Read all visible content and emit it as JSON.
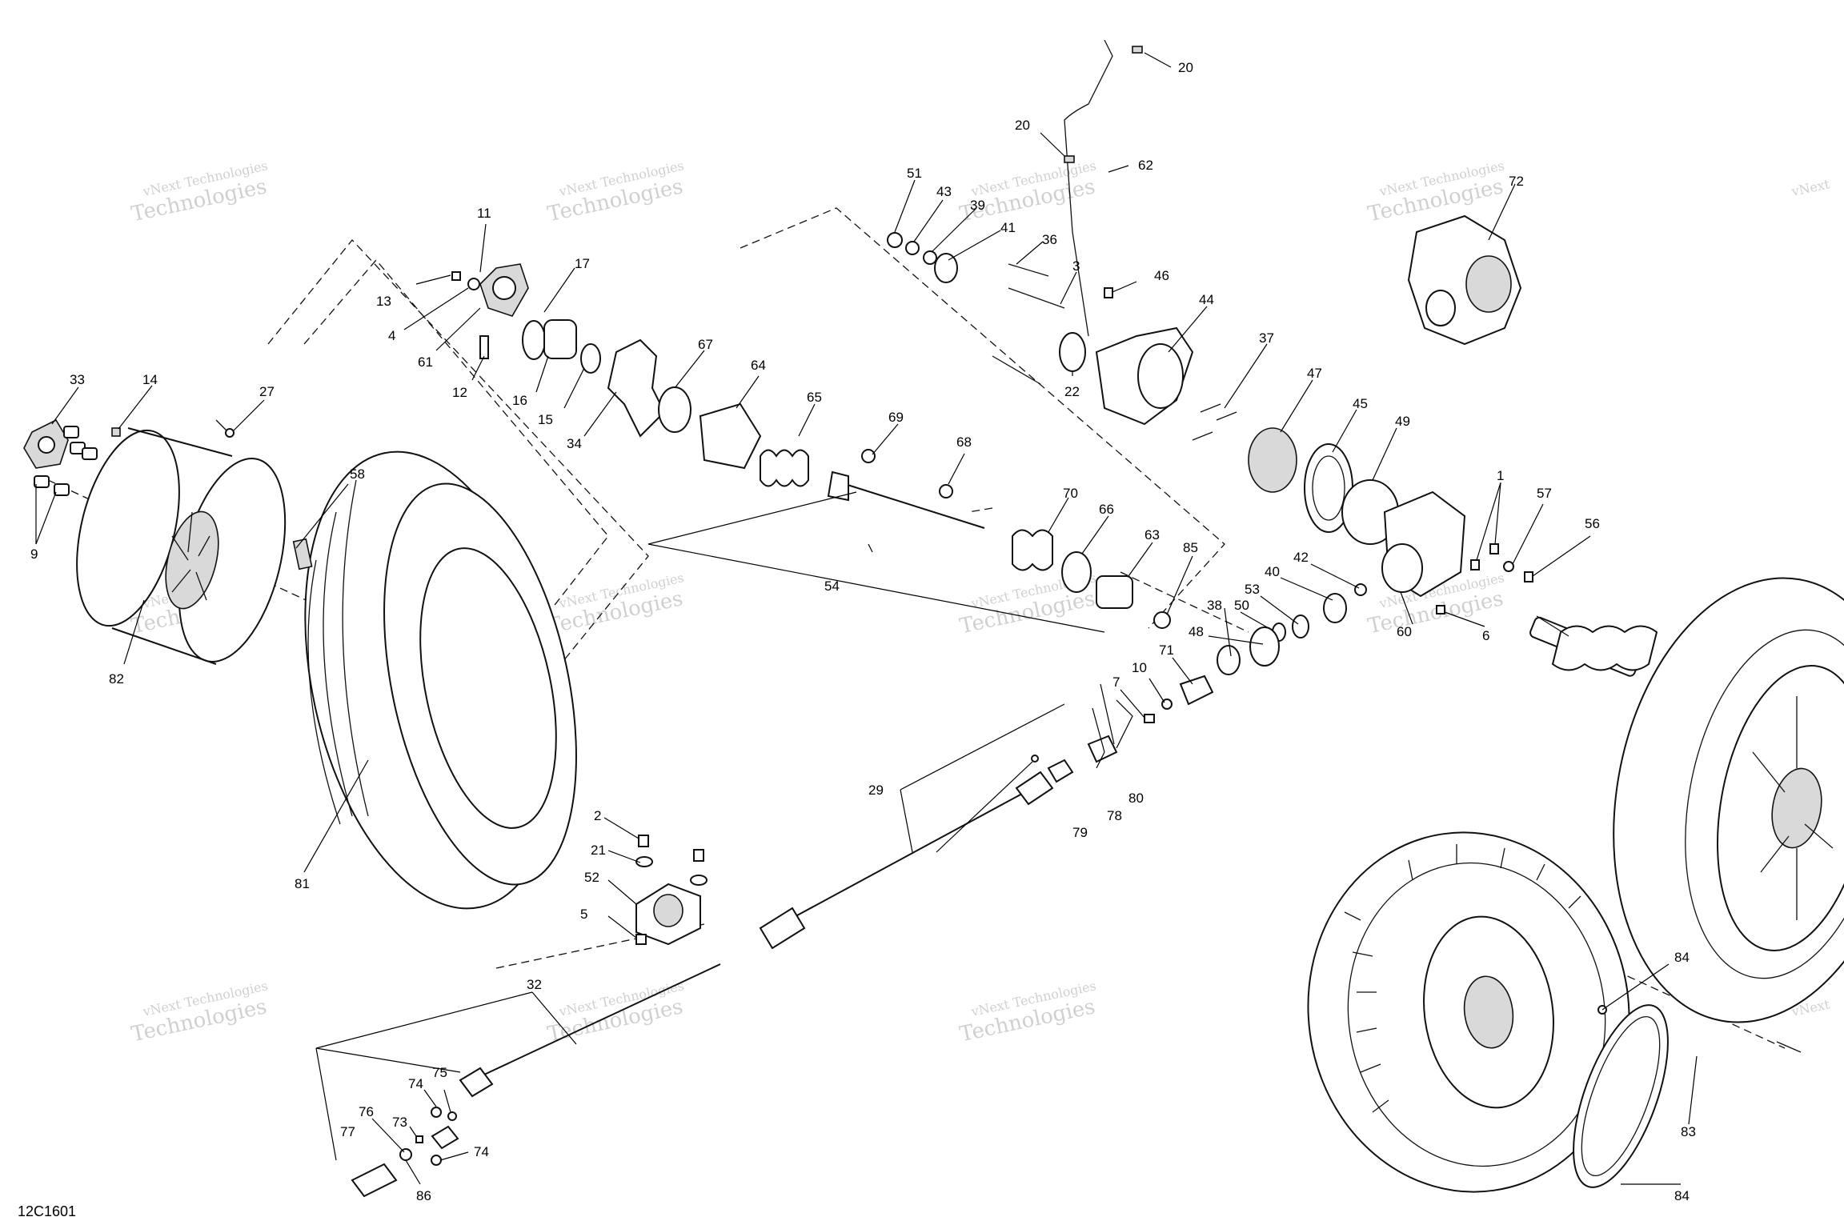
{
  "diagram_code": "12C1601",
  "watermark": {
    "line1": "vNext Technologies",
    "line2": "vNext",
    "line3": "Technologies"
  },
  "callouts": [
    {
      "id": "c20a",
      "label": "20"
    },
    {
      "id": "c20b",
      "label": "20"
    },
    {
      "id": "c62",
      "label": "62"
    },
    {
      "id": "c51",
      "label": "51"
    },
    {
      "id": "c43",
      "label": "43"
    },
    {
      "id": "c39",
      "label": "39"
    },
    {
      "id": "c41",
      "label": "41"
    },
    {
      "id": "c36",
      "label": "36"
    },
    {
      "id": "c3",
      "label": "3"
    },
    {
      "id": "c46",
      "label": "46"
    },
    {
      "id": "c44",
      "label": "44"
    },
    {
      "id": "c37",
      "label": "37"
    },
    {
      "id": "c22",
      "label": "22"
    },
    {
      "id": "c47",
      "label": "47"
    },
    {
      "id": "c45",
      "label": "45"
    },
    {
      "id": "c49",
      "label": "49"
    },
    {
      "id": "c72",
      "label": "72"
    },
    {
      "id": "c11",
      "label": "11"
    },
    {
      "id": "c13",
      "label": "13"
    },
    {
      "id": "c4",
      "label": "4"
    },
    {
      "id": "c17",
      "label": "17"
    },
    {
      "id": "c61",
      "label": "61"
    },
    {
      "id": "c12",
      "label": "12"
    },
    {
      "id": "c16",
      "label": "16"
    },
    {
      "id": "c15",
      "label": "15"
    },
    {
      "id": "c34",
      "label": "34"
    },
    {
      "id": "c67",
      "label": "67"
    },
    {
      "id": "c64",
      "label": "64"
    },
    {
      "id": "c65",
      "label": "65"
    },
    {
      "id": "c69",
      "label": "69"
    },
    {
      "id": "c68",
      "label": "68"
    },
    {
      "id": "c70",
      "label": "70"
    },
    {
      "id": "c66",
      "label": "66"
    },
    {
      "id": "c63",
      "label": "63"
    },
    {
      "id": "c85",
      "label": "85"
    },
    {
      "id": "c54",
      "label": "54"
    },
    {
      "id": "c33",
      "label": "33"
    },
    {
      "id": "c14",
      "label": "14"
    },
    {
      "id": "c27",
      "label": "27"
    },
    {
      "id": "c58",
      "label": "58"
    },
    {
      "id": "c9",
      "label": "9"
    },
    {
      "id": "c82",
      "label": "82"
    },
    {
      "id": "c81",
      "label": "81"
    },
    {
      "id": "c1",
      "label": "1"
    },
    {
      "id": "c57",
      "label": "57"
    },
    {
      "id": "c56",
      "label": "56"
    },
    {
      "id": "c42",
      "label": "42"
    },
    {
      "id": "c40",
      "label": "40"
    },
    {
      "id": "c53",
      "label": "53"
    },
    {
      "id": "c38",
      "label": "38"
    },
    {
      "id": "c50a",
      "label": "50"
    },
    {
      "id": "c48",
      "label": "48"
    },
    {
      "id": "c60",
      "label": "60"
    },
    {
      "id": "c6",
      "label": "6"
    },
    {
      "id": "c71",
      "label": "71"
    },
    {
      "id": "c10",
      "label": "10"
    },
    {
      "id": "c7",
      "label": "7"
    },
    {
      "id": "c29",
      "label": "29"
    },
    {
      "id": "c79",
      "label": "79"
    },
    {
      "id": "c78",
      "label": "78"
    },
    {
      "id": "c80",
      "label": "80"
    },
    {
      "id": "c2",
      "label": "2"
    },
    {
      "id": "c21",
      "label": "21"
    },
    {
      "id": "c52",
      "label": "52"
    },
    {
      "id": "c5",
      "label": "5"
    },
    {
      "id": "c32",
      "label": "32"
    },
    {
      "id": "c74a",
      "label": "74"
    },
    {
      "id": "c75",
      "label": "75"
    },
    {
      "id": "c76",
      "label": "76"
    },
    {
      "id": "c73",
      "label": "73"
    },
    {
      "id": "c77",
      "label": "77"
    },
    {
      "id": "c74b",
      "label": "74"
    },
    {
      "id": "c86",
      "label": "86"
    },
    {
      "id": "c84a",
      "label": "84"
    },
    {
      "id": "c83",
      "label": "83"
    },
    {
      "id": "c84b",
      "label": "84"
    }
  ]
}
